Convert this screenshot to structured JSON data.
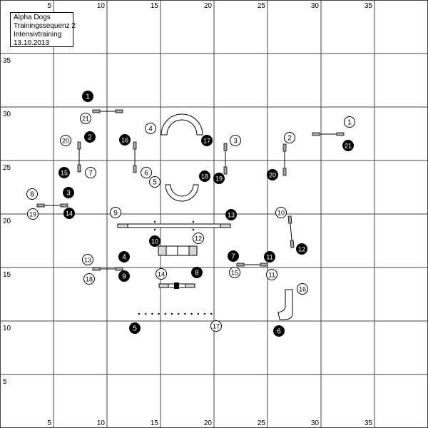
{
  "info_box": {
    "team": "Alpha Dogs",
    "title": "Trainingssequenz 2",
    "subtitle": "Intensivtraining",
    "date": "13.10.2013"
  },
  "grid": {
    "x_labels": [
      "5",
      "10",
      "15",
      "20",
      "25",
      "30",
      "35"
    ],
    "y_labels": [
      "35",
      "30",
      "25",
      "20",
      "15",
      "10",
      "5"
    ]
  },
  "handler_markers": [
    "1",
    "2",
    "3",
    "4",
    "5",
    "6",
    "7",
    "8",
    "9",
    "10",
    "11",
    "12",
    "13",
    "14",
    "15",
    "16",
    "17",
    "18",
    "19",
    "20",
    "21"
  ],
  "dog_markers": [
    "1",
    "2",
    "3",
    "4",
    "5",
    "6",
    "7",
    "8",
    "9",
    "10",
    "11",
    "12",
    "13",
    "14",
    "15",
    "16",
    "17",
    "18",
    "19",
    "20",
    "21"
  ],
  "colors": {
    "line": "#000000",
    "equipment_fill": "#d8d8d8",
    "filled_marker": "#000000",
    "open_marker": "#ffffff"
  }
}
